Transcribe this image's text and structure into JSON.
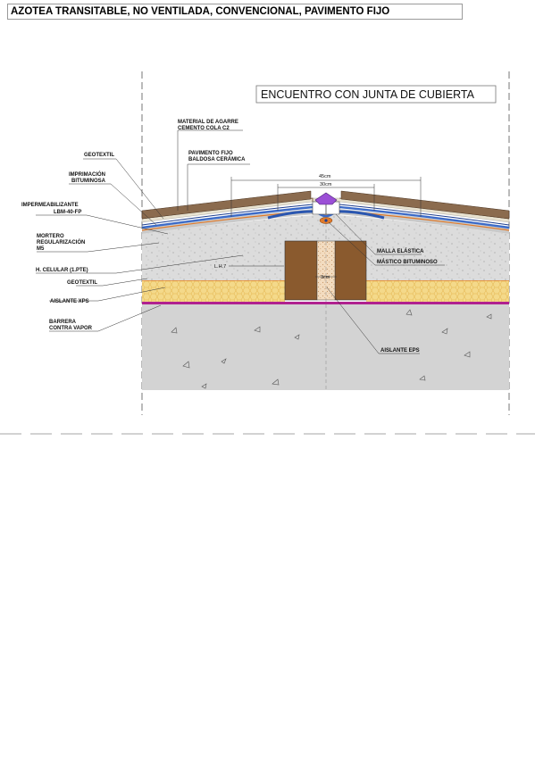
{
  "page": {
    "title": "AZOTEA TRANSITABLE, NO VENTILADA, CONVENCIONAL, PAVIMENTO FIJO"
  },
  "detail": {
    "title": "ENCUENTRO CON JUNTA DE CUBIERTA",
    "labels": {
      "material_agarre_1": "MATERIAL DE AGARRE",
      "material_agarre_2": "CEMENTO COLA C2",
      "pavimento_1": "PAVIMENTO FIJO",
      "pavimento_2": "BALDOSA CERÁMICA",
      "geotextil_top": "GEOTEXTIL",
      "imprimacion_1": "IMPRIMACIÓN",
      "imprimacion_2": "BITUMINOSA",
      "impermeabilizante_1": "IMPERMEABILIZANTE",
      "impermeabilizante_2": "LBM-40-FP",
      "mortero_1": "MORTERO",
      "mortero_2": "REGULARIZACIÓN",
      "mortero_3": "M5",
      "hormigon_celular": "H. CELULAR (1.PTE)",
      "geotextil_bottom": "GEOTEXTIL",
      "aislante_xps": "AISLANTE XPS",
      "barrera_1": "BARRERA",
      "barrera_2": "CONTRA VAPOR",
      "malla": "MALLA ELÁSTICA",
      "mastico": "MÁSTICO BITUMINOSO",
      "aislante_eps": "AISLANTE EPS",
      "lh7": "L.H.7",
      "dim_45": "45cm",
      "dim_30": "30cm",
      "dim_3": "3cm"
    },
    "colors": {
      "tile": "#8b6b4e",
      "mortar": "#d6d6d6",
      "membrane_blue": "#3c6bc8",
      "membrane_orange": "#e07a2a",
      "xps": "#f4d98a",
      "vapour_barrier": "#b0218f",
      "concrete": "#d3d3d3",
      "brick": "#8a5a2e",
      "cap": "#9b4fd6"
    }
  }
}
